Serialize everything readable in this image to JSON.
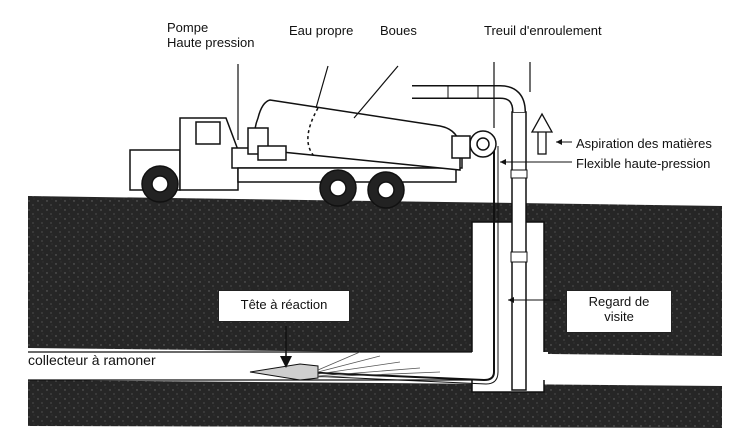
{
  "labels": {
    "pompe_line1": "Pompe",
    "pompe_line2": "Haute pression",
    "eau_propre": "Eau propre",
    "boues": "Boues",
    "treuil": "Treuil d'enroulement",
    "aspiration": "Aspiration des matières",
    "flexible": "Flexible haute-pression",
    "tete": "Tête à réaction",
    "regard_line1": "Regard de",
    "regard_line2": "visite",
    "collecteur": "collecteur à ramoner"
  },
  "colors": {
    "ground": "#2a2a2a",
    "line": "#111111",
    "background": "#ffffff"
  }
}
